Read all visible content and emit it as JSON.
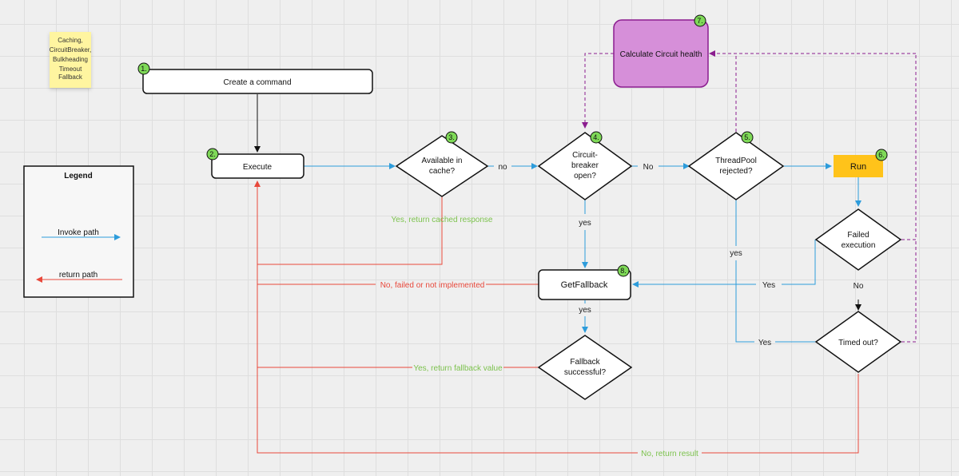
{
  "colors": {
    "invoke": "#2d9cdb",
    "return": "#e8483b",
    "green_text": "#7cc24d",
    "badge": "#7ed957",
    "purple": "#d68fd9",
    "purple_stroke": "#8b1d8f",
    "run": "#ffc31a",
    "sticky": "#fff5a0"
  },
  "sticky_note": {
    "lines": [
      "Caching,",
      "CircuitBreaker,",
      "Bulkheading",
      "Timeout",
      "Fallback"
    ]
  },
  "legend": {
    "title": "Legend",
    "invoke": "Invoke path",
    "return": "return path"
  },
  "nodes": {
    "create": {
      "badge": "1.",
      "label": "Create a command"
    },
    "execute": {
      "badge": "2.",
      "label": "Execute"
    },
    "cache": {
      "badge": "3.",
      "line1": "Available in",
      "line2": "cache?"
    },
    "circuit": {
      "badge": "4.",
      "line1": "Circuit-",
      "line2": "breaker",
      "line3": "open?"
    },
    "threadpool": {
      "badge": "5.",
      "line1": "ThreadPool",
      "line2": "rejected?"
    },
    "run": {
      "badge": "6.",
      "label": "Run"
    },
    "health": {
      "badge": "7.",
      "label": "Calculate Circuit health"
    },
    "fallback": {
      "badge": "8.",
      "label": "GetFallback"
    },
    "failed": {
      "line1": "Failed",
      "line2": "execution"
    },
    "timedout": {
      "label": "Timed out?"
    },
    "fallback_ok": {
      "line1": "Fallback",
      "line2": "successful?"
    }
  },
  "edge_labels": {
    "no_cache": "no",
    "no_circuit": "No",
    "yes_cached": "Yes, return cached response",
    "yes_circuit": "yes",
    "yes_threadpool": "yes",
    "yes_failed": "Yes",
    "no_failed": "No",
    "yes_timedout": "Yes",
    "no_fallback": "No, failed or not implemented",
    "yes_getfallback": "yes",
    "yes_fallback_value": "Yes, return fallback value",
    "no_return_result": "No, return result"
  }
}
